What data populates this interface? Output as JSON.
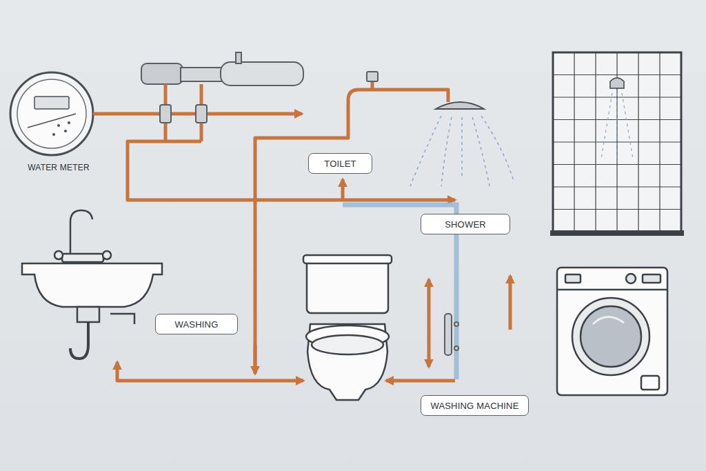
{
  "diagram": {
    "nodes": [
      {
        "text": [
          "TOILET"
        ]
      },
      {
        "text": [
          "SHOWER"
        ]
      },
      {
        "text": [
          "WASHING"
        ]
      },
      {
        "text": [
          "WASHING MACHINE"
        ]
      }
    ],
    "labels": [
      "WATER METER"
    ]
  }
}
